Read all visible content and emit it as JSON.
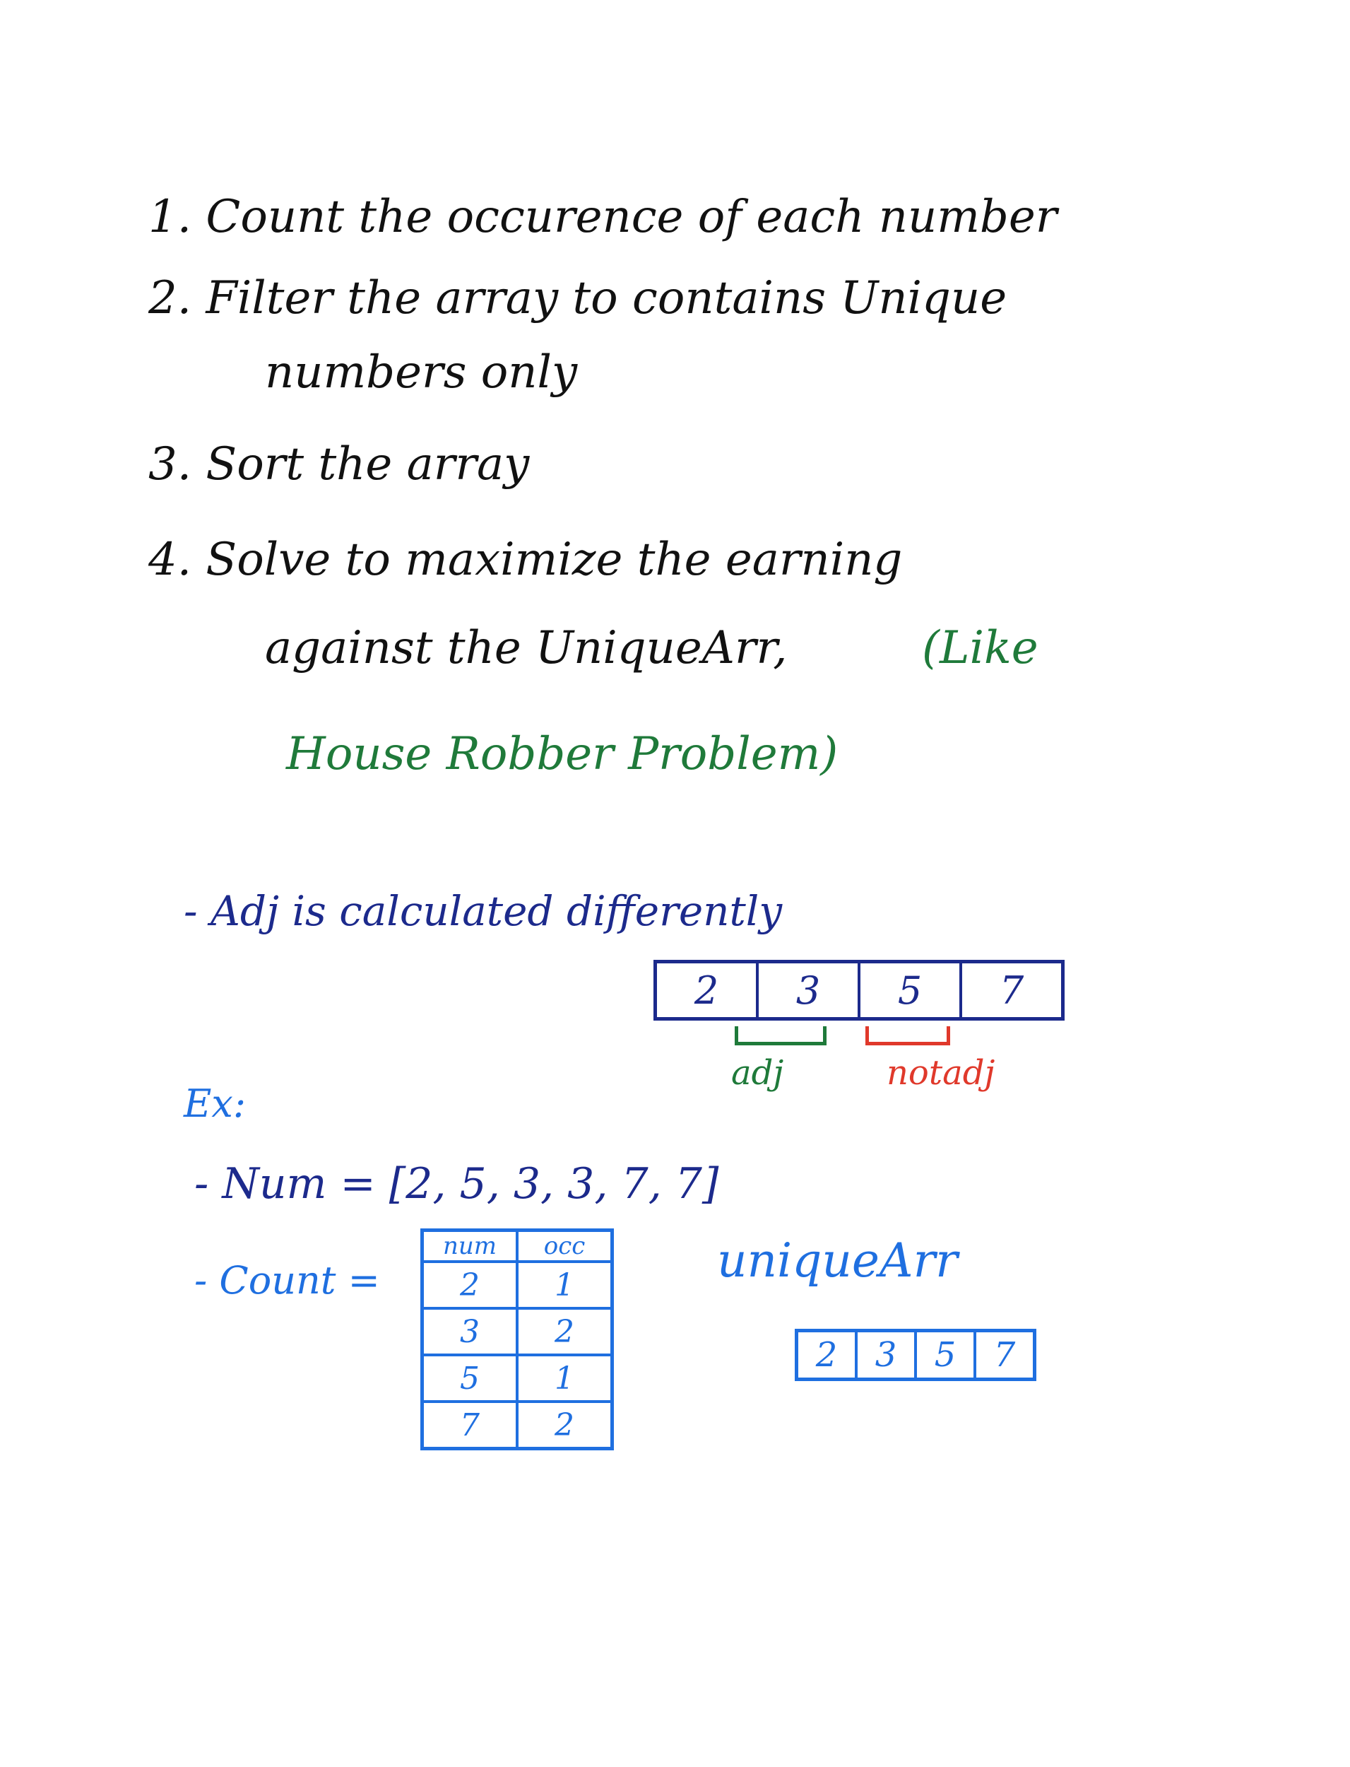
{
  "steps": [
    "1. Count the occurence of each number",
    "2. Filter the array to contains Unique",
    "numbers only",
    "3. Sort the array",
    "4. Solve to maximize the earning",
    "against the UniqueArr,"
  ],
  "step_green_inline": "(Like",
  "step_green_line": "House Robber Problem)",
  "adj_note": "- Adj is calculated differently",
  "adj_array": [
    "2",
    "3",
    "5",
    "7"
  ],
  "adj_label": "adj",
  "notadj_label": "notadj",
  "ex_label": "Ex:",
  "num_line": "- Num = [2, 5, 3, 3, 7, 7]",
  "count_label": "- Count =",
  "count_table": {
    "headers": [
      "num",
      "occ"
    ],
    "rows": [
      [
        "2",
        "1"
      ],
      [
        "3",
        "2"
      ],
      [
        "5",
        "1"
      ],
      [
        "7",
        "2"
      ]
    ]
  },
  "unique_label": "uniqueArr",
  "unique_array": [
    "2",
    "3",
    "5",
    "7"
  ],
  "colors": {
    "ink_black": "#111111",
    "ink_green": "#1f7a3a",
    "ink_navy": "#1c2a8c",
    "ink_blue": "#1f6fe0",
    "ink_red": "#e0392b"
  }
}
